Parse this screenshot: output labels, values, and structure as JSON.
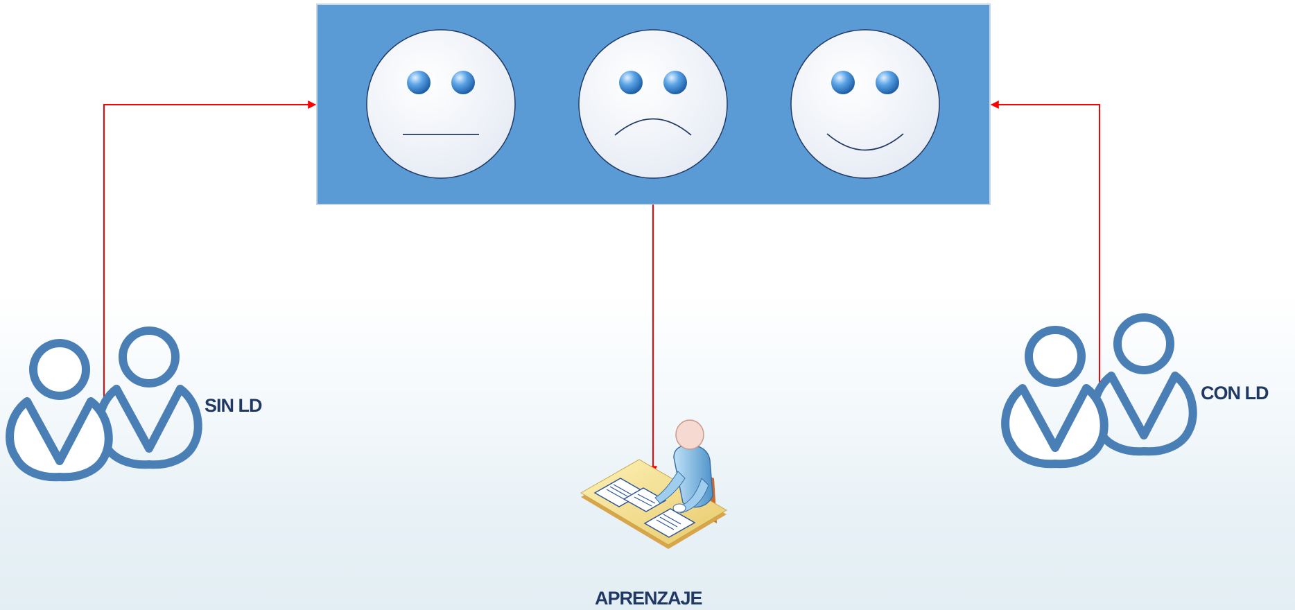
{
  "labels": {
    "group_left": "SIN LD",
    "group_right": "CON LD",
    "bottom": "APRENZAJE"
  },
  "colors": {
    "panel": "#5b9bd5",
    "arrow": "#ff0000",
    "person": "#4a7fb5",
    "label_text": "#1f3864"
  },
  "icons": [
    "neutral-face-icon",
    "sad-face-icon",
    "happy-face-icon",
    "people-group-icon",
    "person-at-desk-icon"
  ]
}
